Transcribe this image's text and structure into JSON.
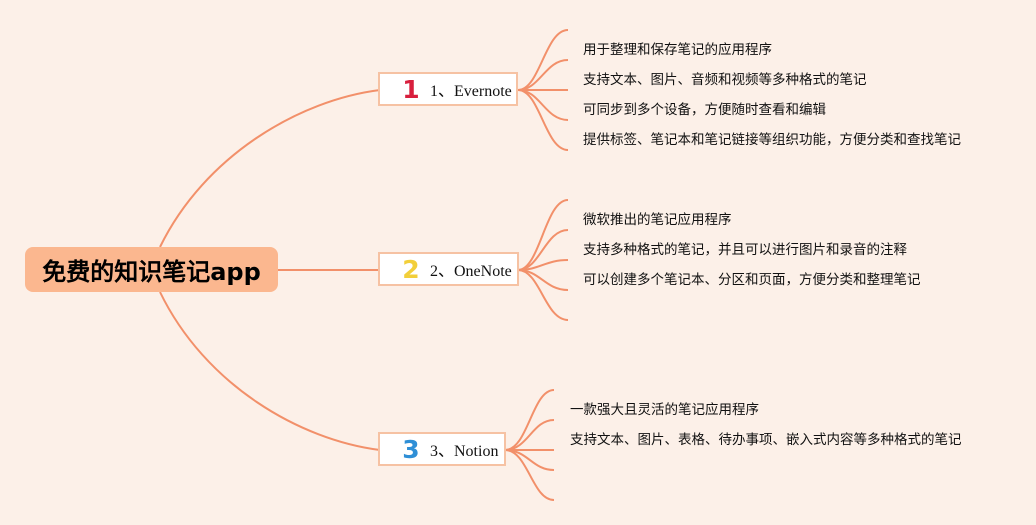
{
  "root": {
    "title": "免费的知识笔记app"
  },
  "branches": [
    {
      "badge": "1",
      "badge_color": "#d81f3d",
      "label": "1、Evernote",
      "leaves": [
        "用于整理和保存笔记的应用程序",
        "支持文本、图片、音频和视频等多种格式的笔记",
        "可同步到多个设备，方便随时查看和编辑",
        "提供标签、笔记本和笔记链接等组织功能，方便分类和查找笔记"
      ]
    },
    {
      "badge": "2",
      "badge_color": "#f2cf3a",
      "label": "2、OneNote",
      "leaves": [
        "微软推出的笔记应用程序",
        "支持多种格式的笔记，并且可以进行图片和录音的注释",
        "可以创建多个笔记本、分区和页面，方便分类和整理笔记"
      ]
    },
    {
      "badge": "3",
      "badge_color": "#2f8fd6",
      "label": "3、Notion",
      "leaves": [
        "一款强大且灵活的笔记应用程序",
        "支持文本、图片、表格、待办事项、嵌入式内容等多种格式的笔记"
      ]
    }
  ],
  "colors": {
    "link": "#f2906a",
    "node_border": "#f6c2a3",
    "root_fill": "#fbb78f",
    "background": "#fcf0e8"
  }
}
